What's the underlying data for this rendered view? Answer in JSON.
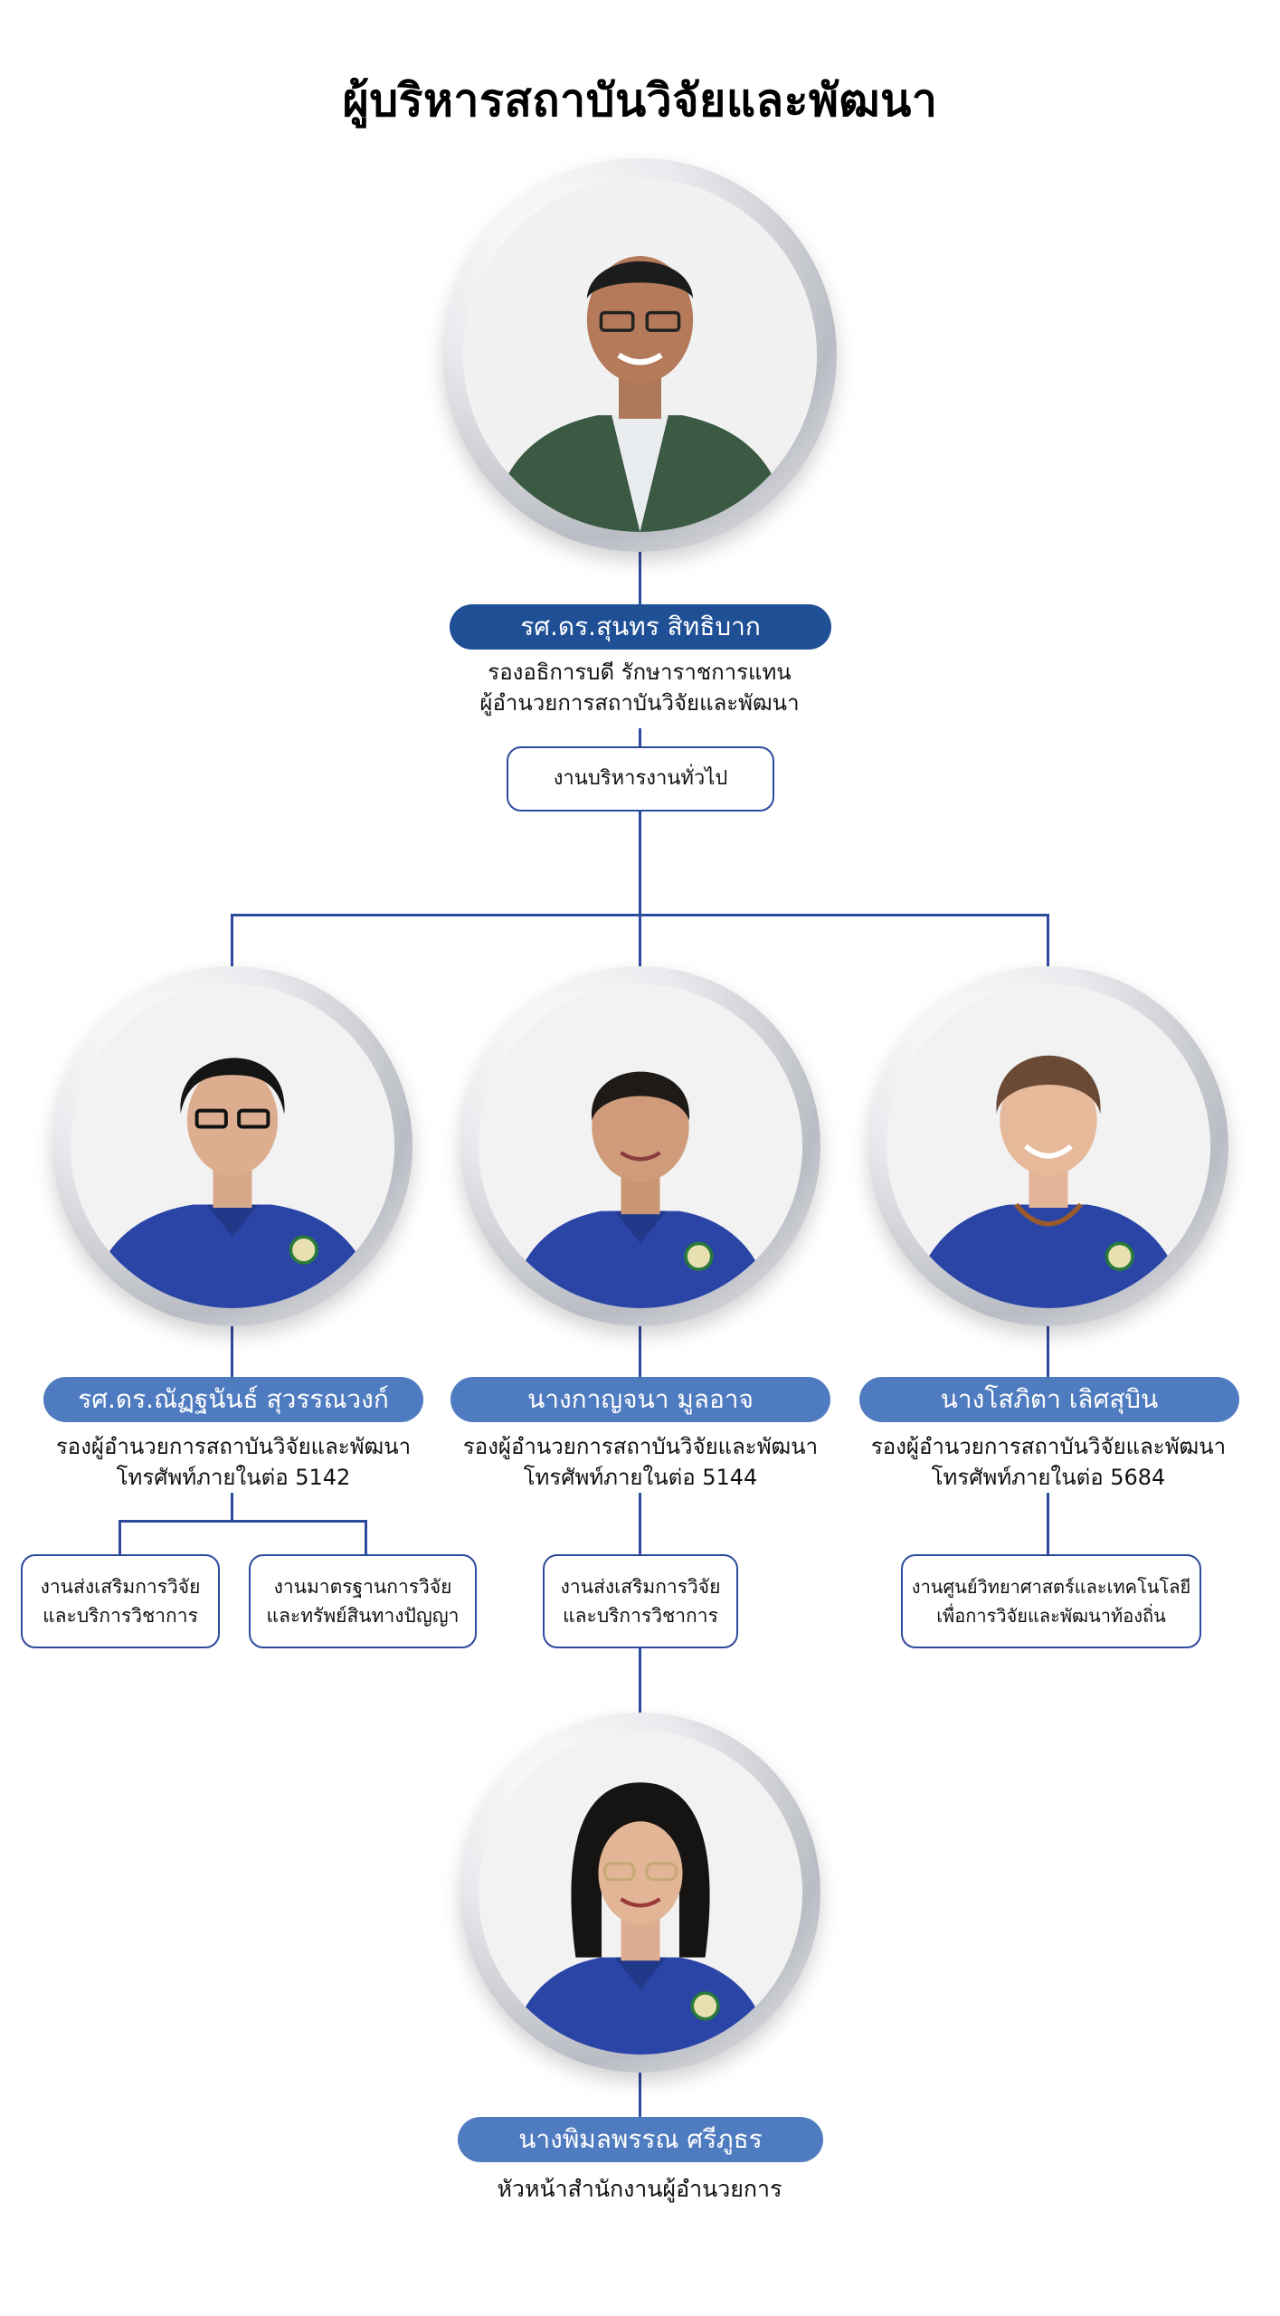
{
  "title": "ผู้บริหารสถาบันวิจัยและพัฒนา",
  "colors": {
    "line": "#2e4a9e",
    "pill_dark": "#1f5096",
    "pill_mid": "#4f7bc0"
  },
  "director": {
    "name": "รศ.ดร.สุนทร สิทธิบาก",
    "role_line1": "รองอธิการบดี รักษาราชการแทน",
    "role_line2": "ผู้อำนวยการสถาบันวิจัยและพัฒนา",
    "unit": "งานบริหารงานทั่วไป"
  },
  "deputies": [
    {
      "name": "รศ.ดร.ณัฏฐนันธ์ สุวรรณวงก์",
      "role": "รองผู้อำนวยการสถาบันวิจัยและพัฒนา",
      "phone": "โทรศัพท์ภายในต่อ 5142",
      "units": [
        {
          "line1": "งานส่งเสริมการวิจัย",
          "line2": "และบริการวิชาการ"
        },
        {
          "line1": "งานมาตรฐานการวิจัย",
          "line2": "และทรัพย์สินทางปัญญา"
        }
      ]
    },
    {
      "name": "นางกาญจนา  มูลอาจ",
      "role": "รองผู้อำนวยการสถาบันวิจัยและพัฒนา",
      "phone": "โทรศัพท์ภายในต่อ 5144",
      "units": [
        {
          "line1": "งานส่งเสริมการวิจัย",
          "line2": "และบริการวิชาการ"
        }
      ]
    },
    {
      "name": "นางโสภิตา  เลิศสุบิน",
      "role": "รองผู้อำนวยการสถาบันวิจัยและพัฒนา",
      "phone": "โทรศัพท์ภายในต่อ 5684",
      "units": [
        {
          "line1": "งานศูนย์วิทยาศาสตร์และเทคโนโลยี",
          "line2": "เพื่อการวิจัยและพัฒนาท้องถิ่น"
        }
      ]
    }
  ],
  "office_head": {
    "name": "นางพิมลพรรณ  ศรีภูธร",
    "role": "หัวหน้าสำนักงานผู้อำนวยการ"
  }
}
